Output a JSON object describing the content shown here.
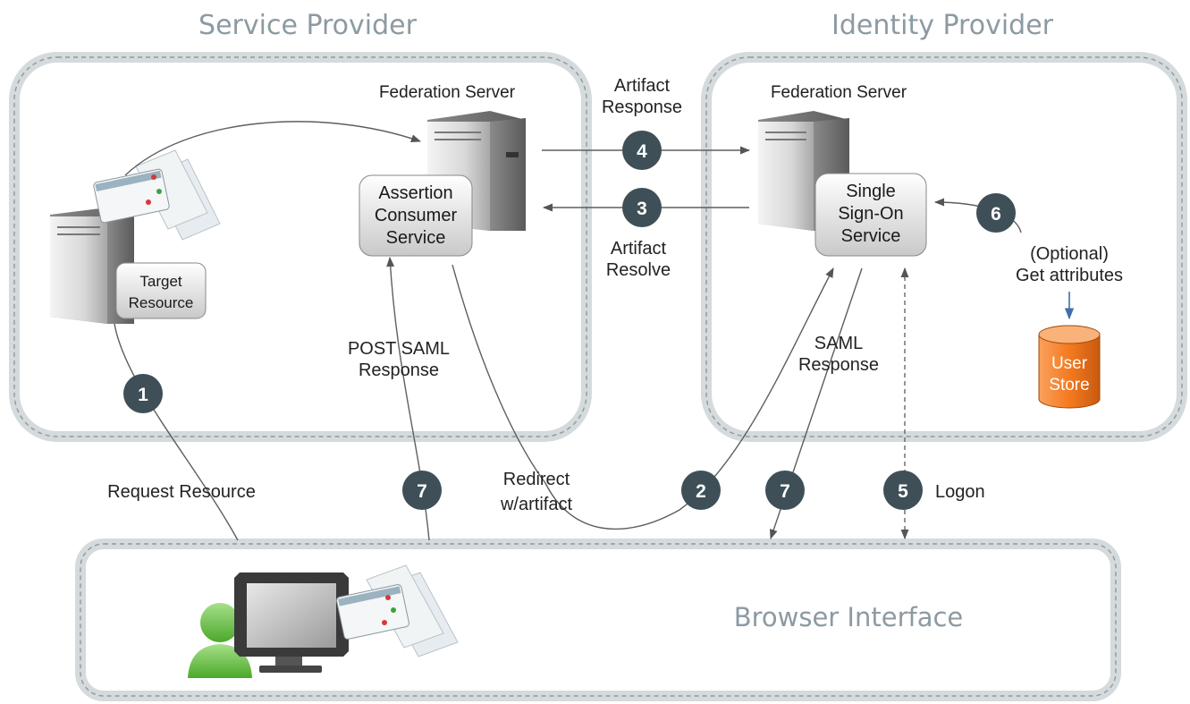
{
  "zones": {
    "service_provider": "Service Provider",
    "identity_provider": "Identity Provider",
    "browser_interface": "Browser Interface"
  },
  "servers": {
    "sp_federation": "Federation Server",
    "idp_federation": "Federation Server"
  },
  "components": {
    "assertion_consumer": [
      "Assertion",
      "Consumer",
      "Service"
    ],
    "single_sign_on": [
      "Single",
      "Sign-On",
      "Service"
    ],
    "target_resource": [
      "Target",
      "Resource"
    ],
    "user_store": [
      "User",
      "Store"
    ]
  },
  "steps": {
    "s1": "1",
    "s2": "2",
    "s3": "3",
    "s4": "4",
    "s5": "5",
    "s6": "6",
    "s7a": "7",
    "s7b": "7"
  },
  "labels": {
    "artifact_response": [
      "Artifact",
      "Response"
    ],
    "artifact_resolve": [
      "Artifact",
      "Resolve"
    ],
    "optional_attributes": [
      "(Optional)",
      "Get attributes"
    ],
    "post_saml_response": [
      "POST SAML",
      "Response"
    ],
    "saml_response": [
      "SAML",
      "Response"
    ],
    "request_resource": "Request Resource",
    "redirect_artifact": [
      "Redirect",
      "w/artifact"
    ],
    "logon": "Logon"
  },
  "colors": {
    "zone_border": "#cdd3d6",
    "step_circle": "#3e4f57",
    "user_store": "#f47a20",
    "user_icon": "#6cc24a"
  }
}
